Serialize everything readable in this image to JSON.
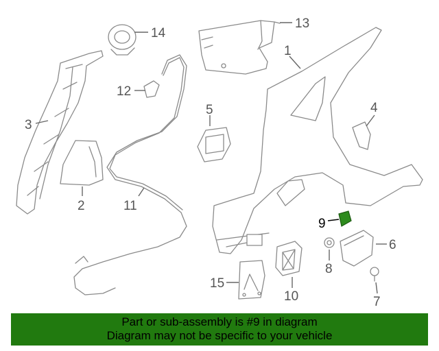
{
  "diagram": {
    "highlight_color": "#2e8b1e",
    "callouts": [
      {
        "id": "1",
        "label": "1"
      },
      {
        "id": "2",
        "label": "2"
      },
      {
        "id": "3",
        "label": "3"
      },
      {
        "id": "4",
        "label": "4"
      },
      {
        "id": "5",
        "label": "5"
      },
      {
        "id": "6",
        "label": "6"
      },
      {
        "id": "7",
        "label": "7"
      },
      {
        "id": "8",
        "label": "8"
      },
      {
        "id": "9",
        "label": "9"
      },
      {
        "id": "10",
        "label": "10"
      },
      {
        "id": "11",
        "label": "11"
      },
      {
        "id": "12",
        "label": "12"
      },
      {
        "id": "13",
        "label": "13"
      },
      {
        "id": "14",
        "label": "14"
      },
      {
        "id": "15",
        "label": "15"
      }
    ]
  },
  "banner": {
    "background": "#217a0f",
    "line1": "Part or sub-assembly is #9 in diagram",
    "line2": "Diagram may not be specific to your vehicle"
  }
}
